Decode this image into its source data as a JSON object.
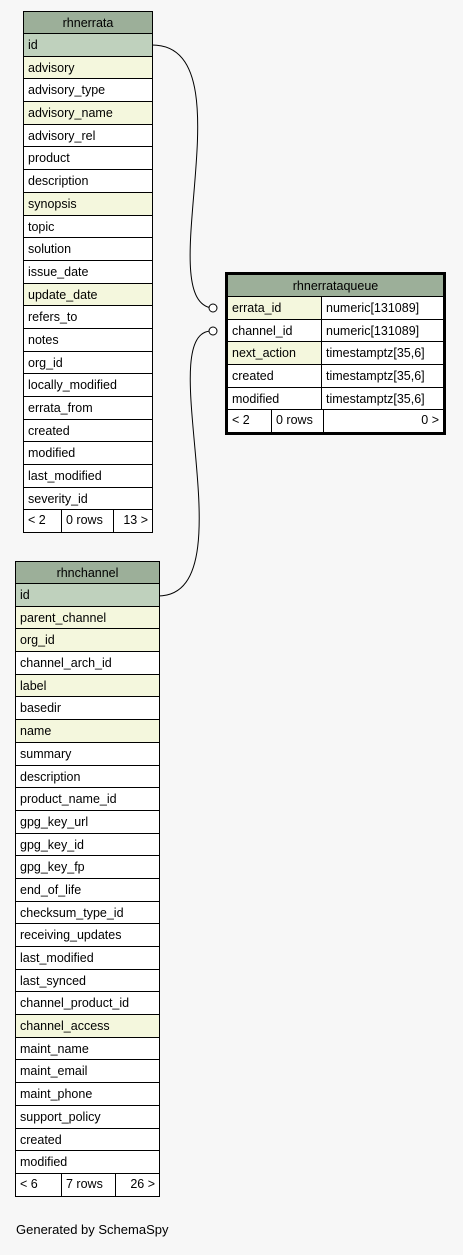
{
  "tables": {
    "rhnerrata": {
      "name": "rhnerrata",
      "columns": [
        {
          "name": "id",
          "kind": "pk"
        },
        {
          "name": "advisory",
          "kind": "idx"
        },
        {
          "name": "advisory_type",
          "kind": ""
        },
        {
          "name": "advisory_name",
          "kind": "idx"
        },
        {
          "name": "advisory_rel",
          "kind": ""
        },
        {
          "name": "product",
          "kind": ""
        },
        {
          "name": "description",
          "kind": ""
        },
        {
          "name": "synopsis",
          "kind": "idx"
        },
        {
          "name": "topic",
          "kind": ""
        },
        {
          "name": "solution",
          "kind": ""
        },
        {
          "name": "issue_date",
          "kind": ""
        },
        {
          "name": "update_date",
          "kind": "idx"
        },
        {
          "name": "refers_to",
          "kind": ""
        },
        {
          "name": "notes",
          "kind": ""
        },
        {
          "name": "org_id",
          "kind": ""
        },
        {
          "name": "locally_modified",
          "kind": ""
        },
        {
          "name": "errata_from",
          "kind": ""
        },
        {
          "name": "created",
          "kind": ""
        },
        {
          "name": "modified",
          "kind": ""
        },
        {
          "name": "last_modified",
          "kind": ""
        },
        {
          "name": "severity_id",
          "kind": ""
        }
      ],
      "footer": {
        "parents": "< 2",
        "rows": "0 rows",
        "children": "13 >"
      }
    },
    "rhnchannel": {
      "name": "rhnchannel",
      "columns": [
        {
          "name": "id",
          "kind": "pk"
        },
        {
          "name": "parent_channel",
          "kind": "idx"
        },
        {
          "name": "org_id",
          "kind": "idx"
        },
        {
          "name": "channel_arch_id",
          "kind": ""
        },
        {
          "name": "label",
          "kind": "idx"
        },
        {
          "name": "basedir",
          "kind": ""
        },
        {
          "name": "name",
          "kind": "idx"
        },
        {
          "name": "summary",
          "kind": ""
        },
        {
          "name": "description",
          "kind": ""
        },
        {
          "name": "product_name_id",
          "kind": ""
        },
        {
          "name": "gpg_key_url",
          "kind": ""
        },
        {
          "name": "gpg_key_id",
          "kind": ""
        },
        {
          "name": "gpg_key_fp",
          "kind": ""
        },
        {
          "name": "end_of_life",
          "kind": ""
        },
        {
          "name": "checksum_type_id",
          "kind": ""
        },
        {
          "name": "receiving_updates",
          "kind": ""
        },
        {
          "name": "last_modified",
          "kind": ""
        },
        {
          "name": "last_synced",
          "kind": ""
        },
        {
          "name": "channel_product_id",
          "kind": ""
        },
        {
          "name": "channel_access",
          "kind": "idx"
        },
        {
          "name": "maint_name",
          "kind": ""
        },
        {
          "name": "maint_email",
          "kind": ""
        },
        {
          "name": "maint_phone",
          "kind": ""
        },
        {
          "name": "support_policy",
          "kind": ""
        },
        {
          "name": "created",
          "kind": ""
        },
        {
          "name": "modified",
          "kind": ""
        }
      ],
      "footer": {
        "parents": "< 6",
        "rows": "7 rows",
        "children": "26 >"
      }
    },
    "rhnerrataqueue": {
      "name": "rhnerrataqueue",
      "columns": [
        {
          "name": "errata_id",
          "type": "numeric[131089]",
          "kind": "idx"
        },
        {
          "name": "channel_id",
          "type": "numeric[131089]",
          "kind": ""
        },
        {
          "name": "next_action",
          "type": "timestamptz[35,6]",
          "kind": "idx"
        },
        {
          "name": "created",
          "type": "timestamptz[35,6]",
          "kind": ""
        },
        {
          "name": "modified",
          "type": "timestamptz[35,6]",
          "kind": ""
        }
      ],
      "footer": {
        "parents": "< 2",
        "rows": "0 rows",
        "children": "0 >"
      }
    }
  },
  "colors": {
    "header": "#9caf99",
    "primary_key": "#bfd1bd",
    "indexed": "#f4f7dd",
    "background": "#f7f7f7"
  },
  "footer_text": "Generated by SchemaSpy"
}
